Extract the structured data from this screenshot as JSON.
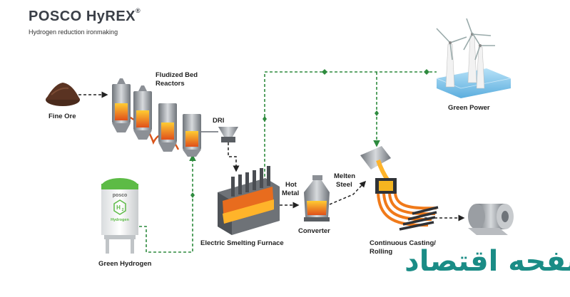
{
  "header": {
    "brand_posco": "POSCO",
    "brand_hyrex": "HyREX",
    "registered_mark": "®",
    "subtitle": "Hydrogen reduction ironmaking"
  },
  "labels": {
    "fine_ore": "Fine Ore",
    "fluidized_bed_line1": "Fludized Bed",
    "fluidized_bed_line2": "Reactors",
    "dri": "DRI",
    "green_power": "Green Power",
    "green_hydrogen": "Green Hydrogen",
    "electric_smelting_furnace": "Electric Smelting Furnace",
    "hot_metal_line1": "Hot",
    "hot_metal_line2": "Metal",
    "melten_steel_line1": "Melten",
    "melten_steel_line2": "Steel",
    "converter": "Converter",
    "casting_line1": "Continuous Casting/",
    "casting_line2": "Rolling"
  },
  "tank": {
    "brand": "posco",
    "element": "H",
    "subscript": "2",
    "caption": "Hydrogen"
  },
  "watermark": {
    "text": "صفحه اقتصاد"
  },
  "colors": {
    "green_line": "#2e8b3e",
    "black_line": "#222222",
    "hot_orange": "#f07a1a",
    "steel_gray": "#8c9096",
    "water_blue": "#7fc6ee",
    "watermark_teal": "#1a8c86"
  }
}
